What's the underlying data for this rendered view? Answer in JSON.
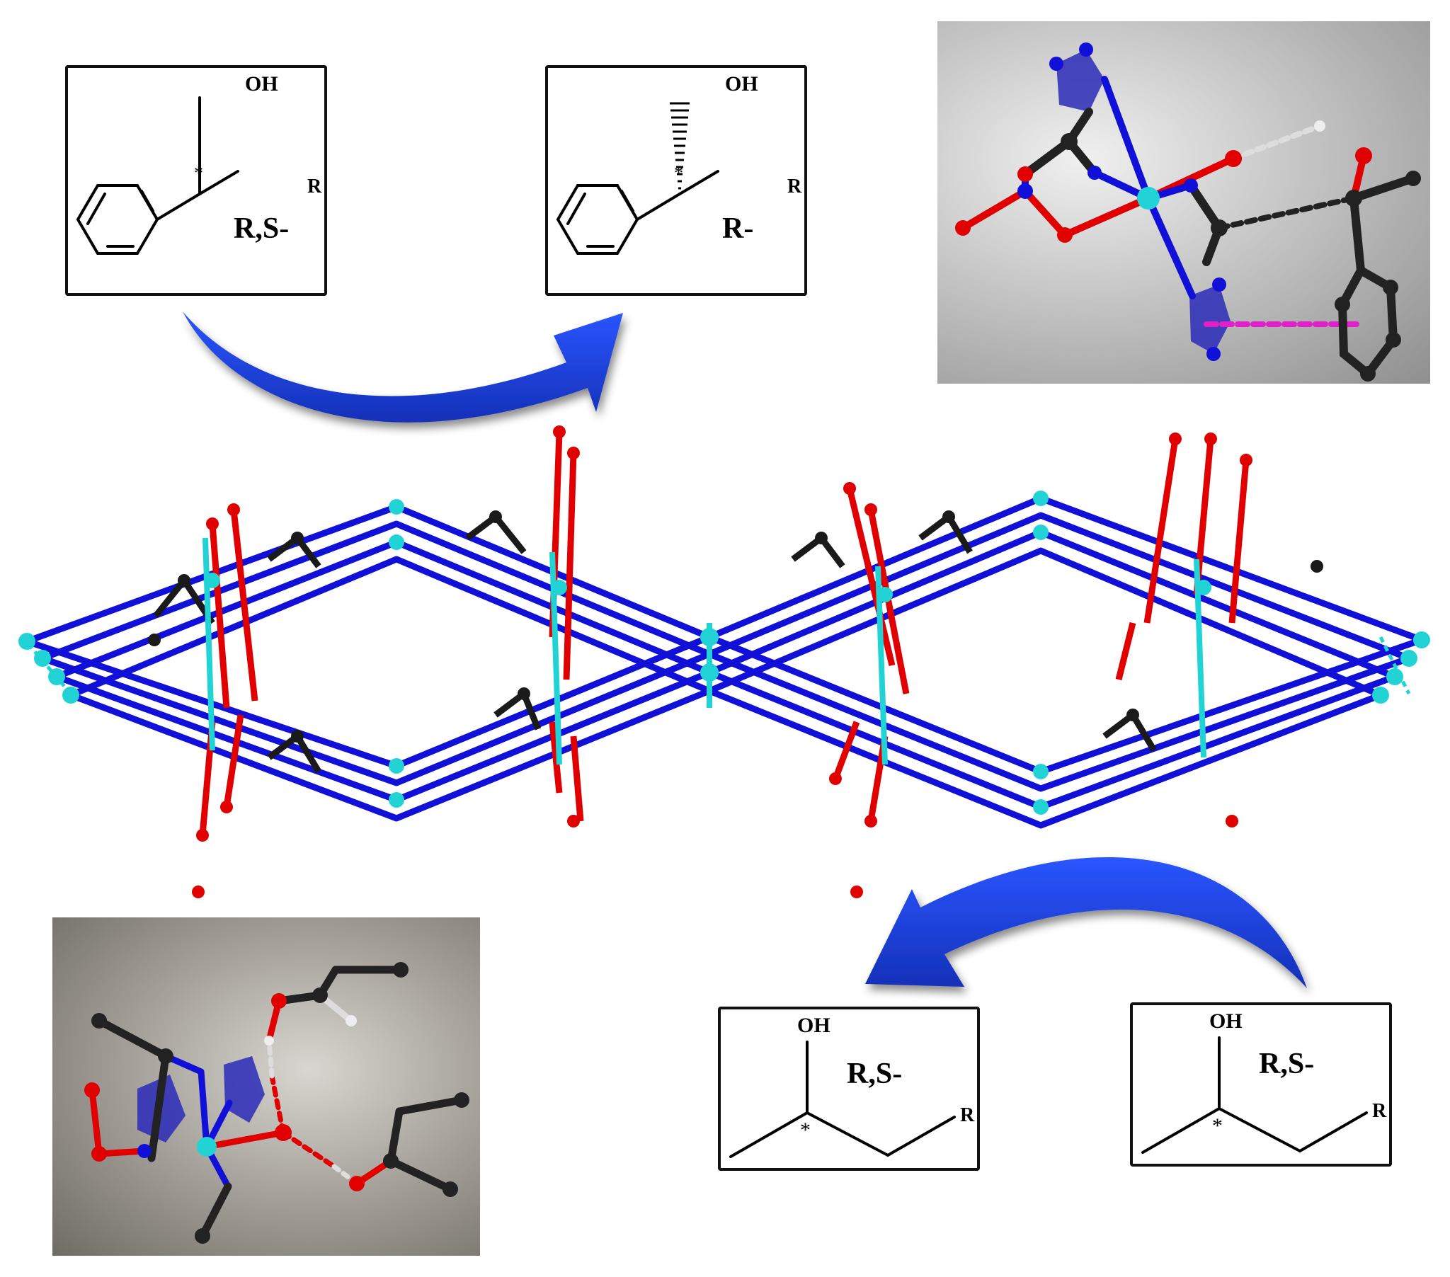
{
  "reactions": {
    "top_racemate": {
      "oh": "OH",
      "star": "*",
      "r": "R",
      "config": "R,S-"
    },
    "top_product": {
      "oh": "OH",
      "star": "*",
      "r": "R",
      "config": "R-"
    },
    "bottom_product": {
      "oh": "OH",
      "star": "*",
      "r": "R",
      "config": "R,S-"
    },
    "bottom_racemate": {
      "oh": "OH",
      "star": "*",
      "r": "R",
      "config": "R,S-"
    }
  },
  "arrows": [
    {
      "id": "top",
      "color": "#1f3fe0",
      "direction": "left-to-right"
    },
    {
      "id": "bottom",
      "color": "#1f3fe0",
      "direction": "right-to-left"
    }
  ],
  "atom_colors": {
    "metal": "#22d3d6",
    "nitrogen": "#1010d8",
    "oxygen": "#e00000",
    "carbon": "#1a1a1a",
    "hydrogen": "#cccccc",
    "pi_interaction": "#e020c8"
  },
  "insets": [
    {
      "id": "top-right-inset",
      "background": "#9a9a9a"
    },
    {
      "id": "bottom-left-inset",
      "background": "#7a7670"
    }
  ]
}
